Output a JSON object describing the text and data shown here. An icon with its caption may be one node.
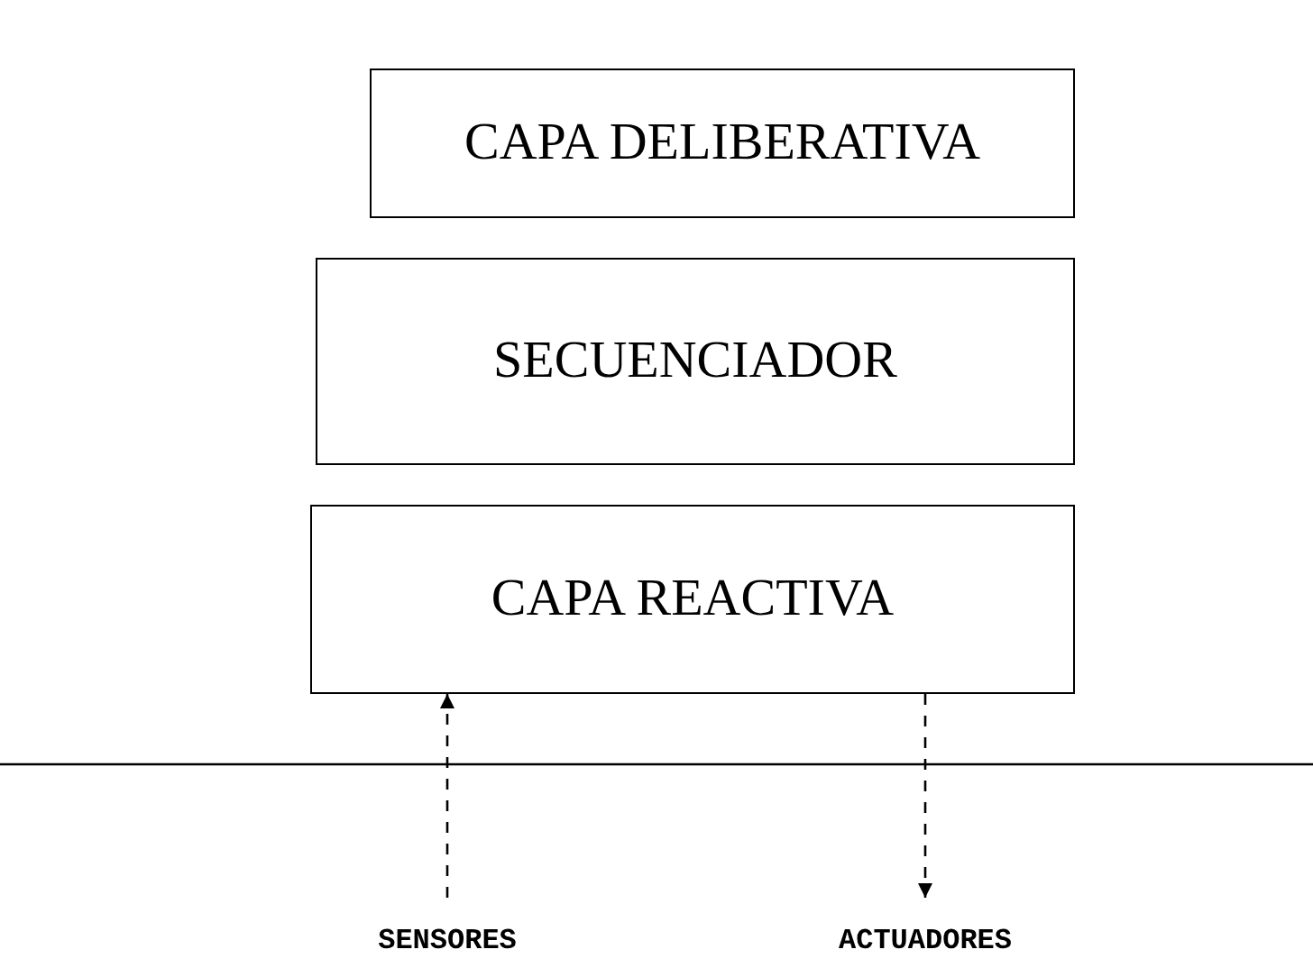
{
  "diagram": {
    "nodes": [
      {
        "text": [
          "CAPA DELIBERATIVA"
        ]
      },
      {
        "text": [
          "SECUENCIADOR"
        ]
      },
      {
        "text": [
          "CAPA REACTIVA"
        ]
      },
      {
        "text": [
          "SENSORES"
        ]
      },
      {
        "text": [
          "ACTUADORES"
        ]
      }
    ],
    "edges": [
      {
        "from": 3,
        "to": 2,
        "arrow": "to",
        "style": "dashed"
      },
      {
        "from": 2,
        "to": 4,
        "arrow": "to",
        "style": "dashed"
      }
    ]
  }
}
